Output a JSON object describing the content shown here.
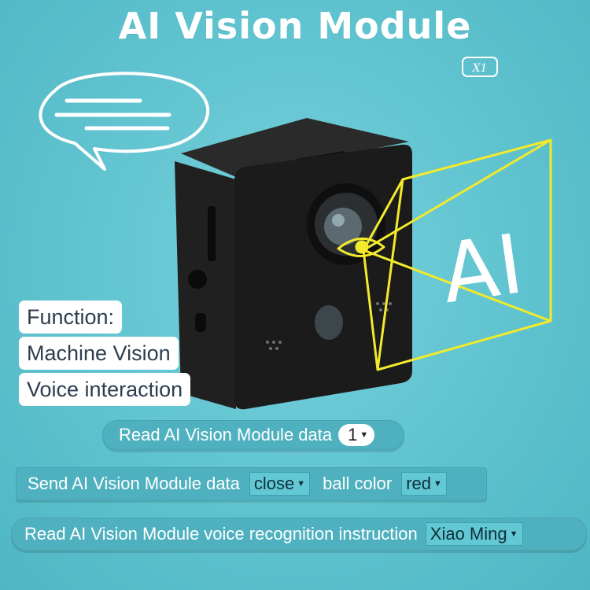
{
  "header": {
    "title": "AI Vision Module",
    "model_badge": "X1"
  },
  "overlay": {
    "ai_text": "AI"
  },
  "function_labels": [
    "Function:",
    "Machine Vision",
    "Voice interaction"
  ],
  "blocks": {
    "read_data": {
      "label": "Read AI Vision Module data",
      "value": "1"
    },
    "send_data": {
      "label": "Send AI Vision Module data",
      "mode": "close",
      "ball_label": "ball color",
      "ball_color": "red"
    },
    "voice": {
      "label": "Read AI Vision Module voice recognition instruction",
      "value": "Xiao Ming"
    }
  },
  "colors": {
    "background": "#5fc3cf",
    "block": "#4fb1bf",
    "overlay": "#f2ea2b",
    "device": "#1b1b1b"
  }
}
